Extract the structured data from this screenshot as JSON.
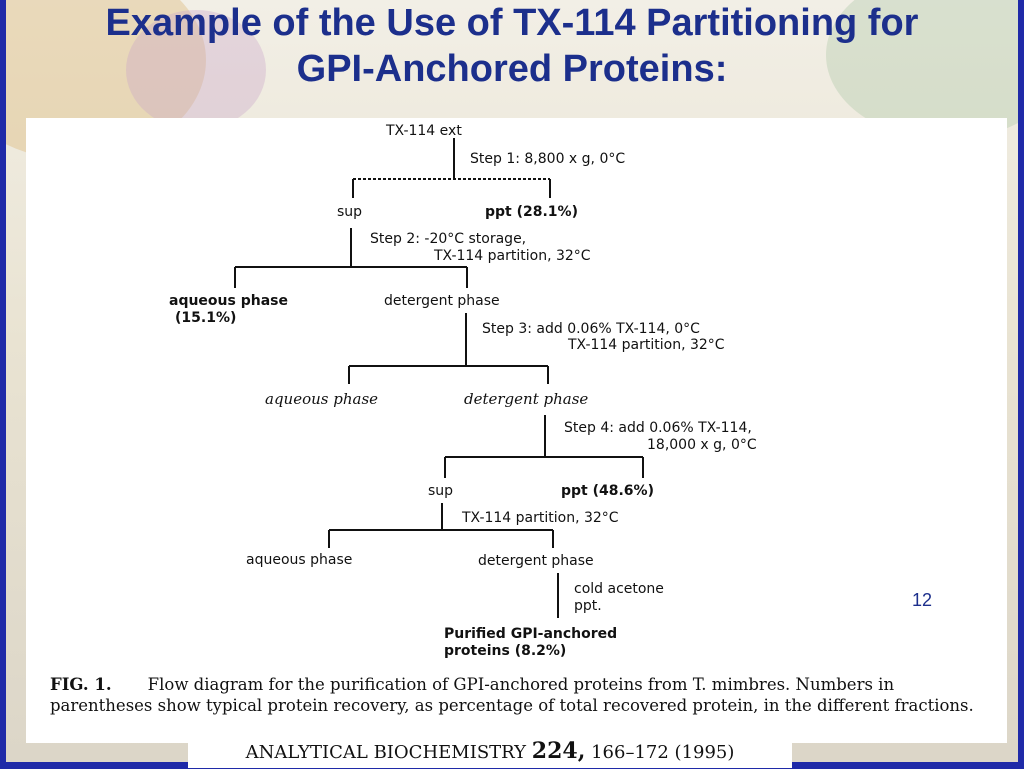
{
  "slide": {
    "title_line1": "Example of the Use of TX-114 Partitioning for",
    "title_line2": "GPI-Anchored Proteins:",
    "page_number": "12",
    "colors": {
      "frame": "#1f2aa8",
      "title": "#1c2f8c",
      "panel": "#ffffff"
    }
  },
  "diagram": {
    "start": "TX-114 ext",
    "step1": "Step 1: 8,800 x g, 0°C",
    "sup1": "sup",
    "ppt1": "ppt (28.1%)",
    "step2_line1": "Step 2: -20°C storage,",
    "step2_line2": "TX-114 partition, 32°C",
    "aqueous1_line1": "aqueous phase",
    "aqueous1_line2": "(15.1%)",
    "detergent1": "detergent phase",
    "step3_line1": "Step 3: add 0.06% TX-114, 0°C",
    "step3_line2": "TX-114 partition, 32°C",
    "aqueous2": "aqueous phase",
    "detergent2": "detergent phase",
    "step4_line1": "Step 4: add 0.06% TX-114,",
    "step4_line2": "18,000 x g, 0°C",
    "sup2": "sup",
    "ppt2": "ppt (48.6%)",
    "partition": "TX-114 partition, 32°C",
    "aqueous3": "aqueous phase",
    "detergent3": "detergent phase",
    "acetone_line1": "cold acetone",
    "acetone_line2": "ppt.",
    "final_line1": "Purified GPI-anchored",
    "final_line2": "proteins (8.2%)"
  },
  "caption": {
    "label": "FIG. 1.",
    "text": "Flow diagram for the purification of GPI-anchored proteins from T. mimbres. Numbers in parentheses show typical protein recovery, as percentage of total recovered protein, in the different fractions."
  },
  "citation": {
    "journal": "ANALYTICAL BIOCHEMISTRY",
    "volume": "224,",
    "pages": "166–172 (1995)"
  }
}
